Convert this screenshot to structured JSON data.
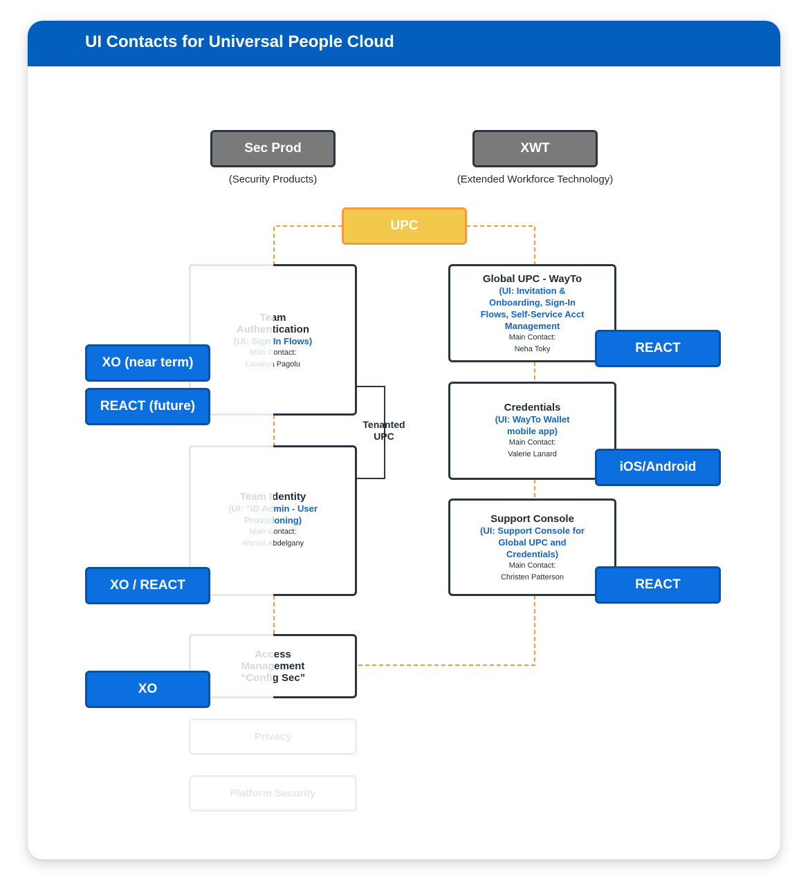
{
  "title": "UI Contacts for Universal People Cloud",
  "colors": {
    "header": "#035EBE",
    "org_box": "#7a7a7a",
    "upc_fill": "#F2C94C",
    "upc_border": "#F39A3C",
    "dashed_connector": "#F39A3C",
    "ui_text": "#1565C0",
    "tech_badge": "#0B6FE0"
  },
  "orgs": {
    "sec_prod": {
      "name": "Sec Prod",
      "desc": "(Security Products)"
    },
    "xwt": {
      "name": "XWT",
      "desc": "(Extended Workforce Technology)"
    }
  },
  "upc": {
    "label": "UPC"
  },
  "tenanted_label": [
    "Tenanted",
    "UPC"
  ],
  "left_teams": [
    {
      "title": [
        "Team",
        "Authentication"
      ],
      "ui": [
        "(UI: Sign In Flows)"
      ],
      "contact_label": "Main Contact:",
      "contact": "Lavanya Pagolu"
    },
    {
      "title": [
        "Team Identity"
      ],
      "ui": [
        "(UI: “ID Admin - User",
        "Provisioning)"
      ],
      "contact_label": "Main Contact:",
      "contact": "Ahmed Abdelgany"
    },
    {
      "title": [
        "Access",
        "Management",
        "“Config Sec”"
      ]
    },
    {
      "title": [
        "Privacy"
      ]
    },
    {
      "title": [
        "Platform Security"
      ]
    }
  ],
  "right_teams": [
    {
      "title": "Global UPC - WayTo",
      "ui": [
        "(UI: Invitation &",
        "Onboarding, Sign-In",
        "Flows, Self-Service Acct",
        "Management"
      ],
      "contact_label": "Main Contact:",
      "contact": "Neha Toky"
    },
    {
      "title": "Credentials",
      "ui": [
        "(UI: WayTo Wallet",
        "mobile app)"
      ],
      "contact_label": "Main Contact:",
      "contact": "Valerie Lanard"
    },
    {
      "title": "Support Console",
      "ui": [
        "(UI: Support Console for",
        "Global UPC and",
        "Credentials)"
      ],
      "contact_label": "Main Contact:",
      "contact": "Christen Patterson"
    }
  ],
  "tech_badges": {
    "left": [
      "XO (near term)",
      "REACT (future)",
      "XO / REACT",
      "XO"
    ],
    "right": [
      "REACT",
      "iOS/Android",
      "REACT"
    ]
  }
}
